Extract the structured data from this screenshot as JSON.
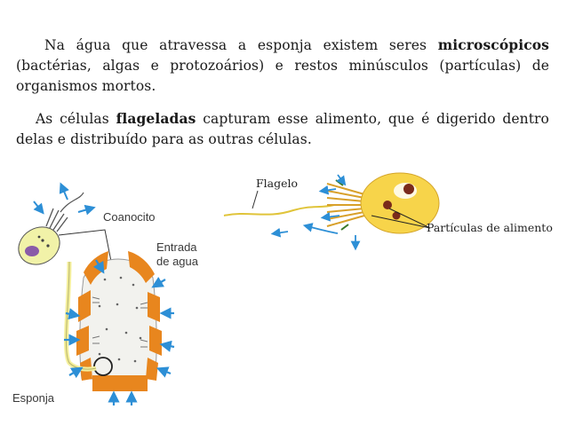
{
  "paragraph1": {
    "lead": "Na água que atravessa a esponja existem seres ",
    "bold": "microscópicos",
    "trail": " (bactérias, algas e  protozoários) e restos minúsculos (partículas) de organismos mortos."
  },
  "paragraph2": {
    "lead": "As células ",
    "bold": "flageladas",
    "trail": "  capturam esse alimento, que é digerido dentro delas e distribuído para as outras células."
  },
  "sponge_figure": {
    "label_coanocito": "Coanocito",
    "label_entrada_line1": "Entrada",
    "label_entrada_line2": "de agua",
    "label_esponja": "Esponja"
  },
  "cell_figure": {
    "label_flagelo": "Flagelo",
    "label_particulas": "Partículas de alimento"
  },
  "colors": {
    "wall_orange": "#e8861e",
    "arrow_blue": "#2d8fd6",
    "cell_yellow": "#f7d44a",
    "pale_yellow": "#f1f2a8",
    "nucleus_brown": "#7a2a1a"
  }
}
